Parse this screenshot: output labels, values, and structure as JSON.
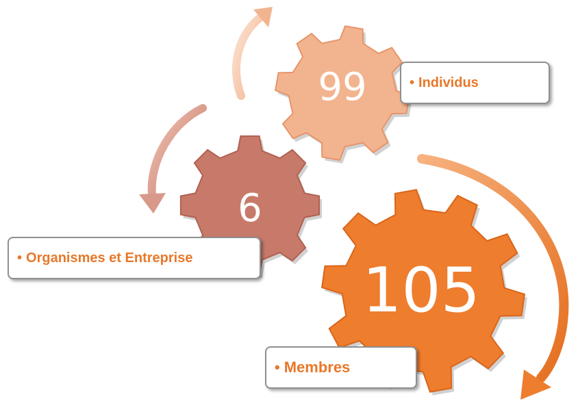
{
  "gears": [
    {
      "id": "individus",
      "value": "99",
      "label": "Individus",
      "color": "#f2b48f",
      "dark": "#e7946a"
    },
    {
      "id": "organismes",
      "value": "6",
      "label": "Organismes et Entreprise",
      "color": "#c87a6a",
      "dark": "#b06050"
    },
    {
      "id": "membres",
      "value": "105",
      "label": "Membres",
      "color": "#ee7d2e",
      "dark": "#d9651a"
    }
  ],
  "bullet": "•",
  "colors": {
    "label_text": "#e8782a",
    "arrow_light": "#f6c9ad",
    "arrow_mid": "#dd9b87",
    "arrow_orange": "#f08a3c",
    "label_border": "#8f8f8f"
  }
}
